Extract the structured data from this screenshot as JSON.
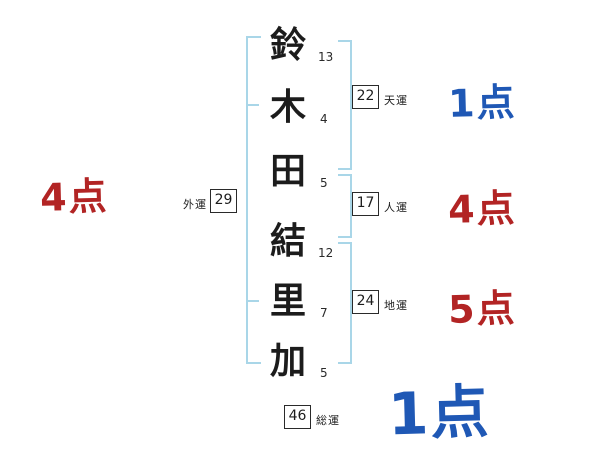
{
  "chart": {
    "characters": [
      {
        "char": "鈴",
        "strokes": "13"
      },
      {
        "char": "木",
        "strokes": "4"
      },
      {
        "char": "田",
        "strokes": "5"
      },
      {
        "char": "結",
        "strokes": "12"
      },
      {
        "char": "里",
        "strokes": "7"
      },
      {
        "char": "加",
        "strokes": "5"
      }
    ],
    "fortunes": {
      "ten": {
        "label": "天運",
        "value": "22",
        "score": "1点"
      },
      "jin": {
        "label": "人運",
        "value": "17",
        "score": "4点"
      },
      "chi": {
        "label": "地運",
        "value": "24",
        "score": "5点"
      },
      "sou": {
        "label": "総運",
        "value": "46",
        "score": "1点"
      },
      "gai": {
        "label": "外運",
        "value": "29",
        "score": "4点"
      }
    },
    "colors": {
      "score_red": "#b22424",
      "score_blue": "#1f58b5",
      "bracket_blue": "#a9d6e8"
    }
  }
}
